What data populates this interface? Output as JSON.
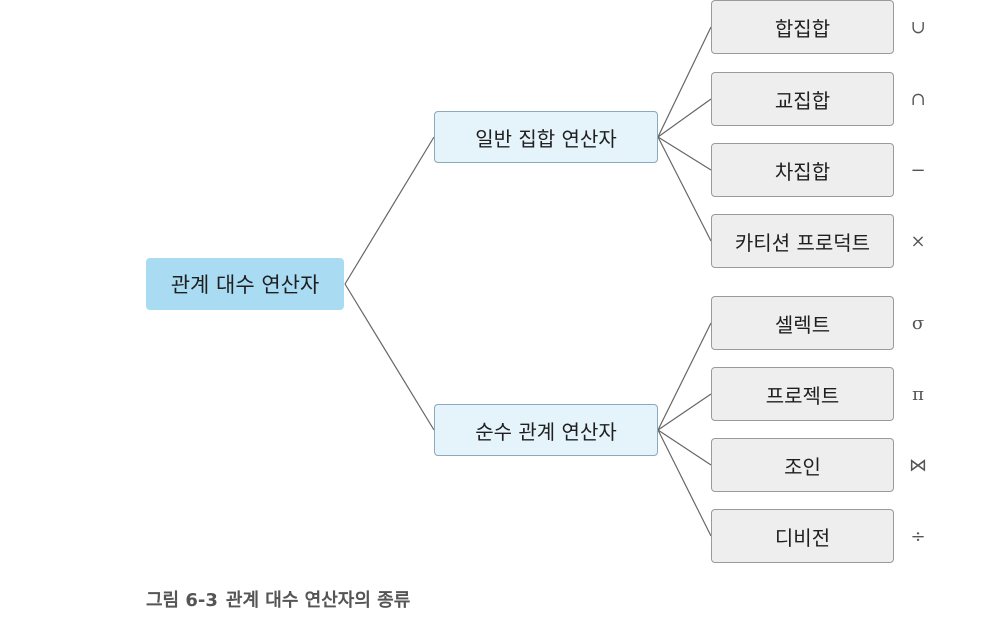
{
  "root": {
    "label": "관계 대수 연산자"
  },
  "groups": [
    {
      "label": "일반 집합 연산자",
      "items": [
        {
          "label": "합집합",
          "symbol": "∪"
        },
        {
          "label": "교집합",
          "symbol": "∩"
        },
        {
          "label": "차집합",
          "symbol": "−"
        },
        {
          "label": "카티션 프로덕트",
          "symbol": "×"
        }
      ]
    },
    {
      "label": "순수 관계 연산자",
      "items": [
        {
          "label": "셀렉트",
          "symbol": "σ"
        },
        {
          "label": "프로젝트",
          "symbol": "π"
        },
        {
          "label": "조인",
          "symbol": "⋈"
        },
        {
          "label": "디비전",
          "symbol": "÷"
        }
      ]
    }
  ],
  "caption": {
    "number": "그림 6-3",
    "text": "관계 대수 연산자의 종류"
  },
  "colors": {
    "root_fill": "#a9dcf3",
    "group_fill": "#e5f3fb",
    "item_fill": "#eeeeee",
    "line": "#666666"
  }
}
